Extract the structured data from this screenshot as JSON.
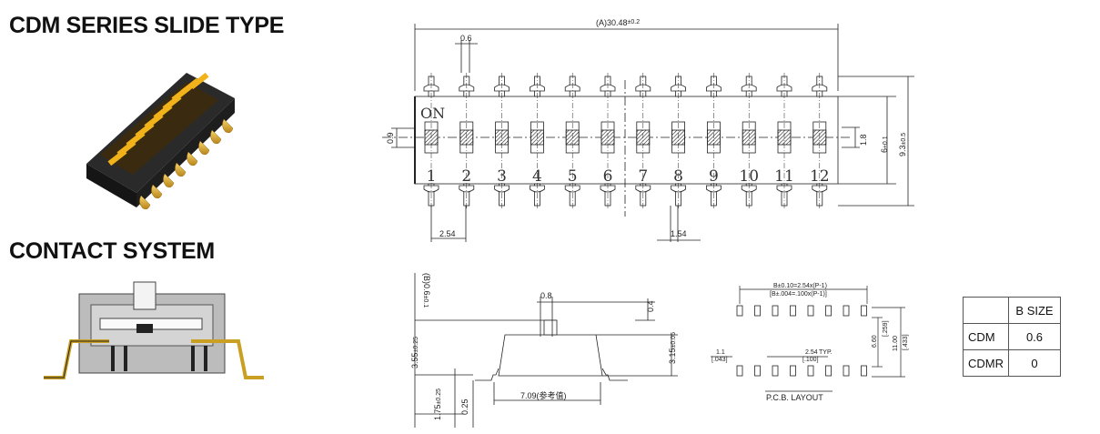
{
  "titles": {
    "series": "CDM SERIES SLIDE TYPE",
    "contact": "CONTACT SYSTEM"
  },
  "top_view": {
    "on_label": "ON",
    "switch_numbers": [
      "1",
      "2",
      "3",
      "4",
      "5",
      "6",
      "7",
      "8",
      "9",
      "10",
      "11",
      "12"
    ],
    "dim_overall": "(A)30.48",
    "dim_overall_tol": "±0.2",
    "dim_lead_width": "0.6",
    "dim_height": "9.3",
    "dim_height_tol": "±0.5",
    "dim_body": "6",
    "dim_body_tol": "±0.1",
    "dim_actuator": "1.8",
    "dim_actuator_left": "0.9",
    "dim_pitch": "2.54",
    "dim_pitch2": "1.54"
  },
  "side_view": {
    "dim_b": "(B)0.6",
    "dim_b_tol": "±0.1",
    "dim_knob": "0.8",
    "dim_top": "0.4",
    "dim_h1": "3.55",
    "dim_h1_tol": "±0.25",
    "dim_h2": "3.15",
    "dim_h2_tol": "±0.05",
    "dim_h3": "1.75",
    "dim_h3_tol": "±0.25",
    "dim_lead": "0.25",
    "dim_length": "7.09(参考值)"
  },
  "pcb": {
    "formula1": "B±0.10=2.54x(P-1)",
    "formula2": "[B±.004=.100x(P-1)]",
    "pitch": "2.54",
    "pitch_in": "[.100]",
    "pitch_typ": "TYP.",
    "pad": "1.1",
    "pad_in": "[.043]",
    "row": "6.60",
    "row_in": "[.259]",
    "span": "11.00",
    "span_in": "[.433]",
    "caption": "P.C.B. LAYOUT"
  },
  "b_size_table": {
    "header": [
      "",
      "B SIZE"
    ],
    "rows": [
      [
        "CDM",
        "0.6"
      ],
      [
        "CDMR",
        "0"
      ]
    ]
  }
}
